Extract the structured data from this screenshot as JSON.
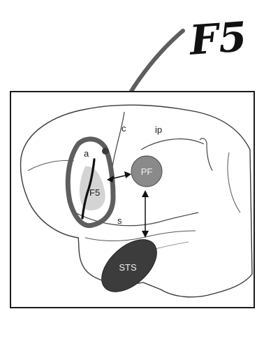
{
  "handwritten_label": "F5",
  "labels": {
    "f5_region": "F5",
    "pf_area": "PF",
    "sts_area": "STS",
    "sulcus_a": "a",
    "sulcus_c": "c",
    "sulcus_ip": "ip",
    "sulcus_s": "s"
  },
  "colors": {
    "frame": "#1a1a1a",
    "brain_outline": "#3a3a3a",
    "highlight_ring": "#5e5e5e",
    "pen_stroke": "#111111",
    "f5_fill": "#d4d4d4",
    "pf_fill": "#8a8a8a",
    "sts_fill": "#3c3c3c",
    "ellipse_label": "#f2f2f2"
  }
}
